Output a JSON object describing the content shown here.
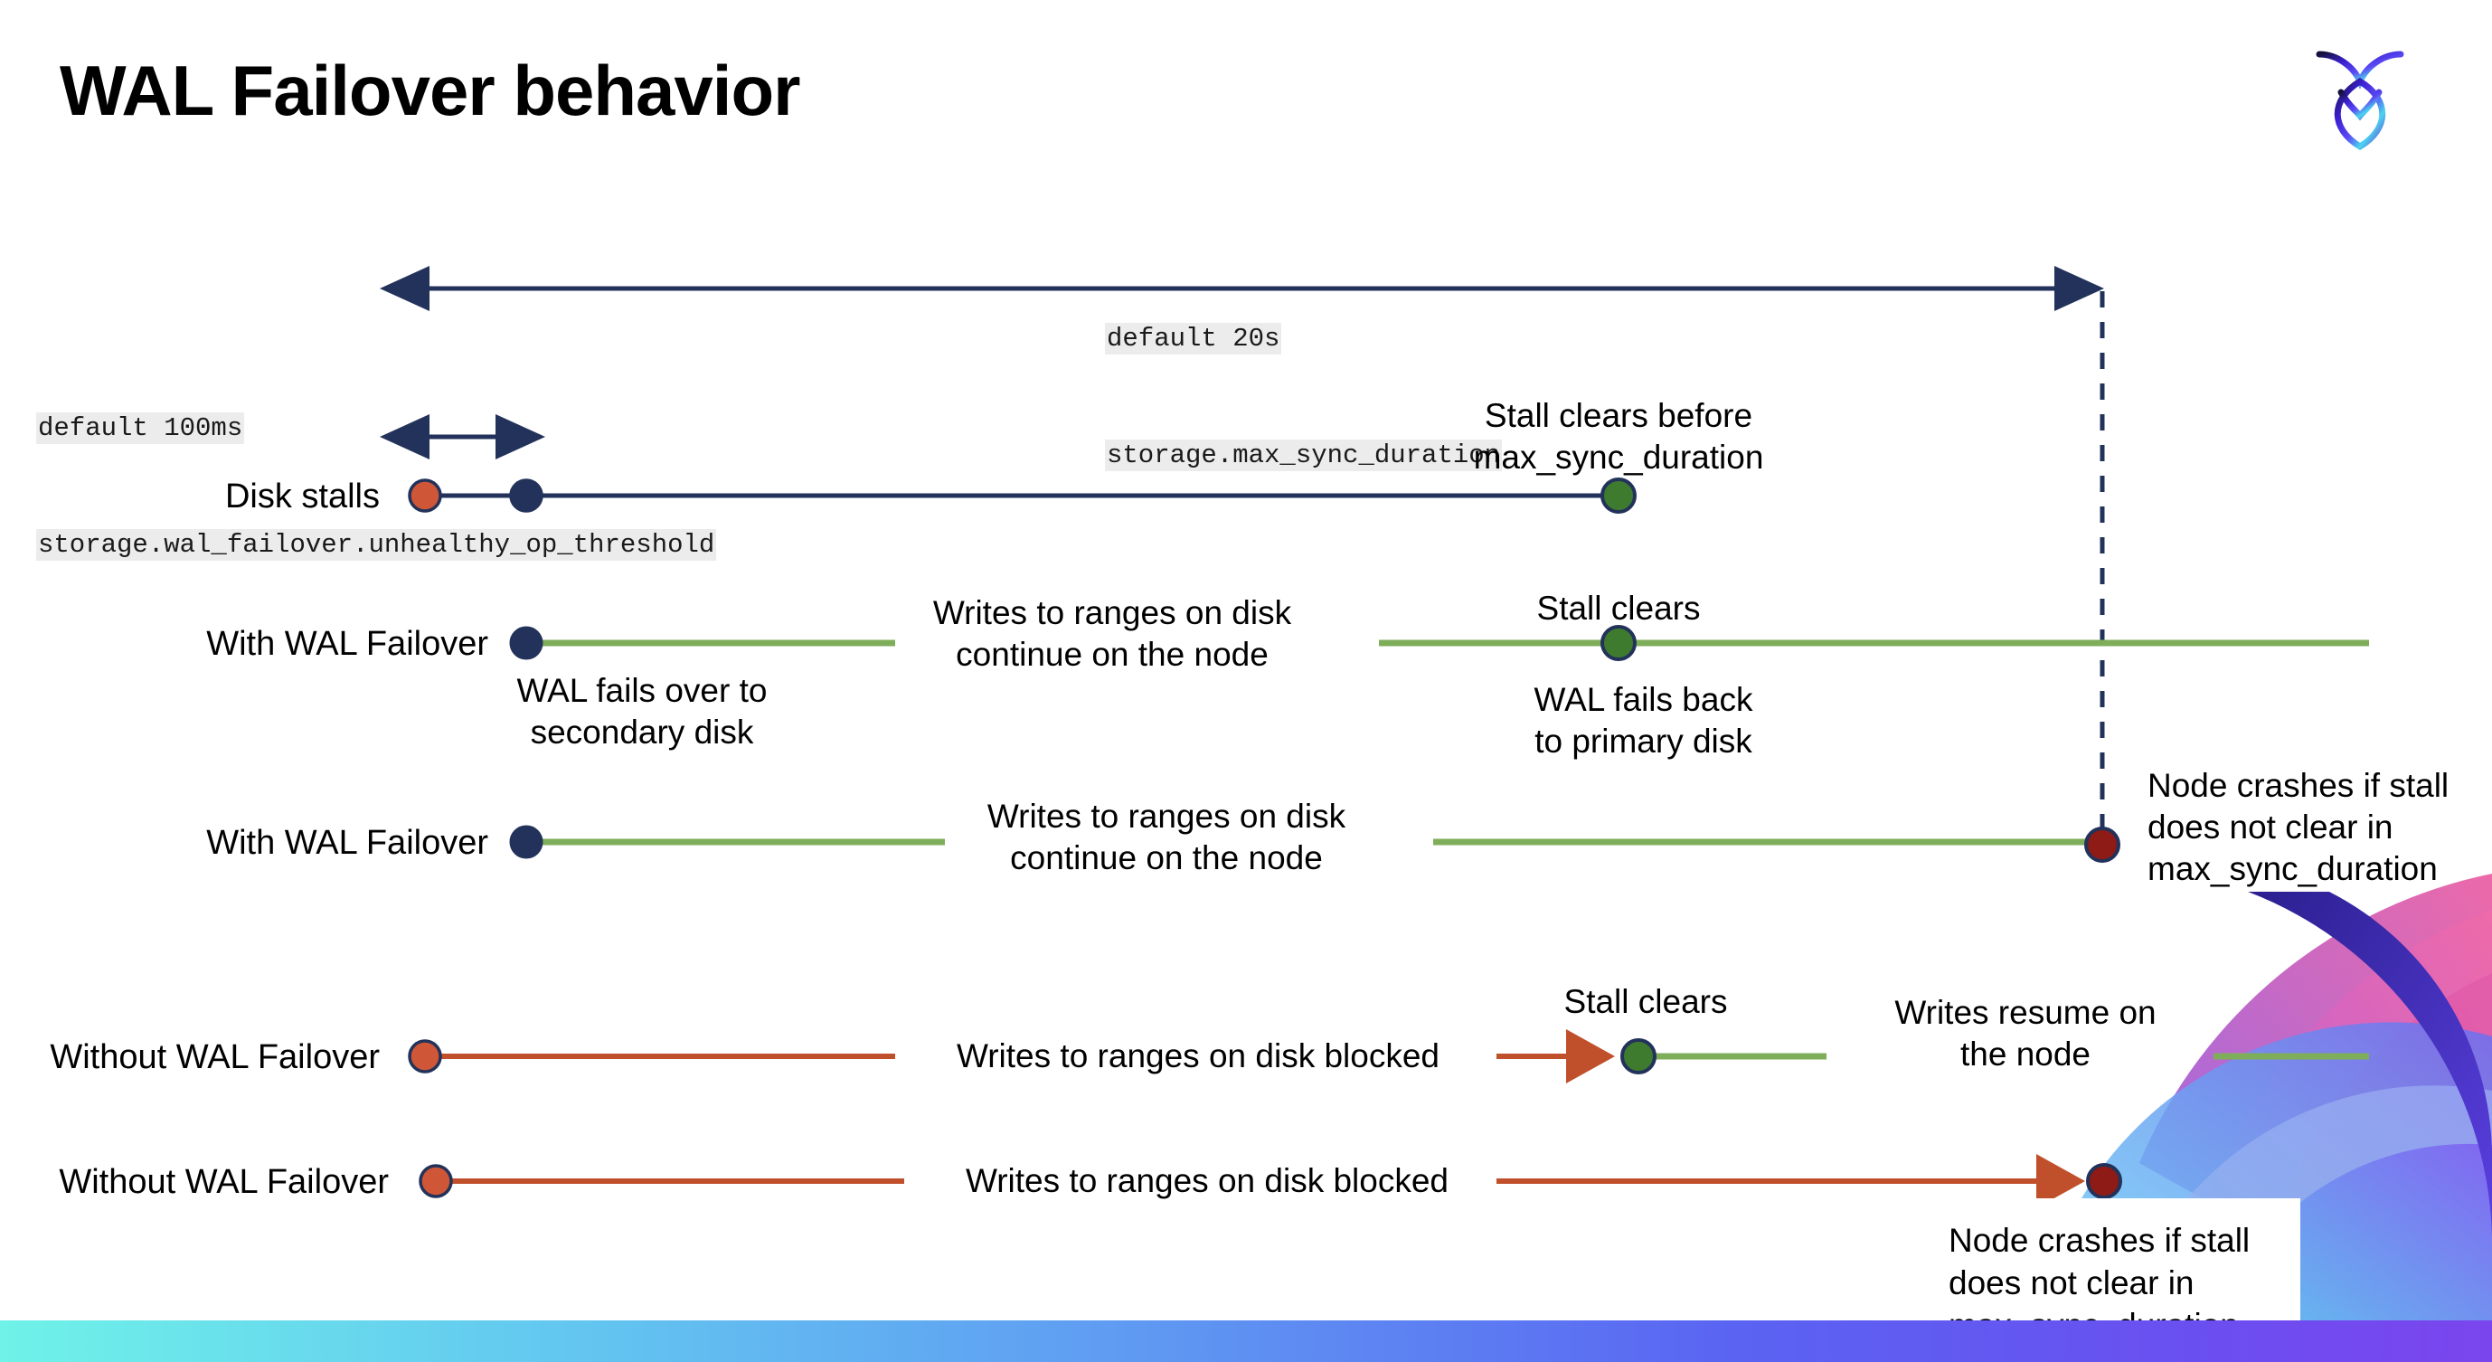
{
  "slide": {
    "title": "WAL Failover behavior",
    "logo_name": "cockroachdb-logo"
  },
  "annotations": {
    "max_sync": {
      "line1": "default 20s",
      "line2": "storage.max_sync_duration"
    },
    "unhealthy_threshold": {
      "line1": "default 100ms",
      "line2": "storage.wal_failover.unhealthy_op_threshold"
    }
  },
  "rows": [
    {
      "label": "Disk stalls"
    },
    {
      "label": "With WAL Failover"
    },
    {
      "label": "With WAL Failover"
    },
    {
      "label": "Without WAL Failover"
    },
    {
      "label": "Without WAL Failover"
    }
  ],
  "captions": {
    "stall_clears_before": "Stall clears before\nmax_sync_duration",
    "writes_continue_1": "Writes to ranges on disk\ncontinue on the node",
    "stall_clears_1": "Stall clears",
    "wal_fails_over": "WAL fails over to\nsecondary disk",
    "wal_fails_back": "WAL fails  back\nto primary disk",
    "writes_continue_2": "Writes to ranges on disk\ncontinue on the node",
    "node_crashes_1": "Node crashes if stall\ndoes not clear in\nmax_sync_duration",
    "writes_blocked_1": "Writes to ranges on disk  blocked",
    "stall_clears_2": "Stall clears",
    "writes_resume": "Writes resume on\nthe node",
    "writes_blocked_2": "Writes to ranges on disk  blocked",
    "node_crashes_2": "Node crashes if stall\ndoes not clear in\nmax_sync_duration"
  },
  "colors": {
    "navy": "#22325a",
    "green_line": "#7fae5a",
    "green_dot": "#3f7b2e",
    "orange_line": "#c0502b",
    "orange_dot": "#cf5636",
    "red_dot": "#8e1b16",
    "code_bg": "#ececec",
    "bar_start": "#6ff2e8",
    "bar_end": "#7b45ee"
  }
}
